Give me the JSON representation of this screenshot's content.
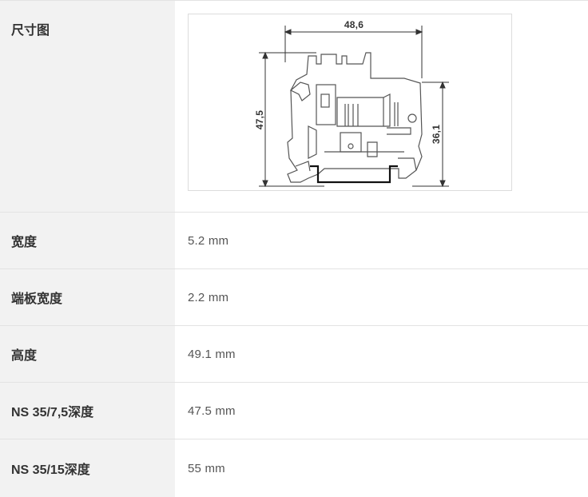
{
  "rows": [
    {
      "label": "尺寸图",
      "type": "drawing"
    },
    {
      "label": "宽度",
      "value": "5.2 mm"
    },
    {
      "label": "端板宽度",
      "value": "2.2 mm"
    },
    {
      "label": "高度",
      "value": "49.1 mm"
    },
    {
      "label": "NS 35/7,5深度",
      "value": "47.5 mm"
    },
    {
      "label": "NS 35/15深度",
      "value": "55 mm"
    }
  ],
  "drawing": {
    "dim_width": "48,6",
    "dim_height": "47,5",
    "dim_height_right": "36,1",
    "line_color": "#555555"
  }
}
